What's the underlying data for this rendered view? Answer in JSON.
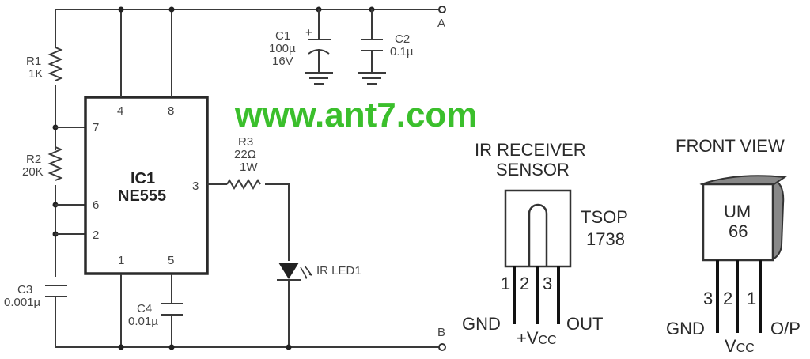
{
  "watermark": "www.ant7.com",
  "terminals": {
    "a": "A",
    "b": "B"
  },
  "components": {
    "r1": {
      "name": "R1",
      "value": "1K"
    },
    "r2": {
      "name": "R2",
      "value": "20K"
    },
    "r3": {
      "name": "R3",
      "value": "22Ω",
      "rating": "1W"
    },
    "c1": {
      "name": "C1",
      "value": "100µ",
      "rating": "16V",
      "polarity": "+"
    },
    "c2": {
      "name": "C2",
      "value": "0.1µ"
    },
    "c3": {
      "name": "C3",
      "value": "0.001µ"
    },
    "c4": {
      "name": "C4",
      "value": "0.01µ"
    },
    "led": {
      "name": "IR LED1"
    },
    "ic1": {
      "name": "IC1",
      "part": "NE555",
      "pins": {
        "p4": "4",
        "p8": "8",
        "p7": "7",
        "p6": "6",
        "p2": "2",
        "p3": "3",
        "p1": "1",
        "p5": "5"
      }
    }
  },
  "ir_receiver": {
    "title_line1": "IR RECEIVER",
    "title_line2": "SENSOR",
    "part_line1": "TSOP",
    "part_line2": "1738",
    "pin_numbers": [
      "1",
      "2",
      "3"
    ],
    "pin_labels": {
      "gnd": "GND",
      "vcc": "+V",
      "vcc_sub": "CC",
      "out": "OUT"
    }
  },
  "front_view": {
    "title": "FRONT VIEW",
    "part_line1": "UM",
    "part_line2": "66",
    "pin_numbers": [
      "3",
      "2",
      "1"
    ],
    "pin_labels": {
      "gnd": "GND",
      "vcc": "V",
      "vcc_sub": "CC",
      "op": "O/P"
    }
  }
}
